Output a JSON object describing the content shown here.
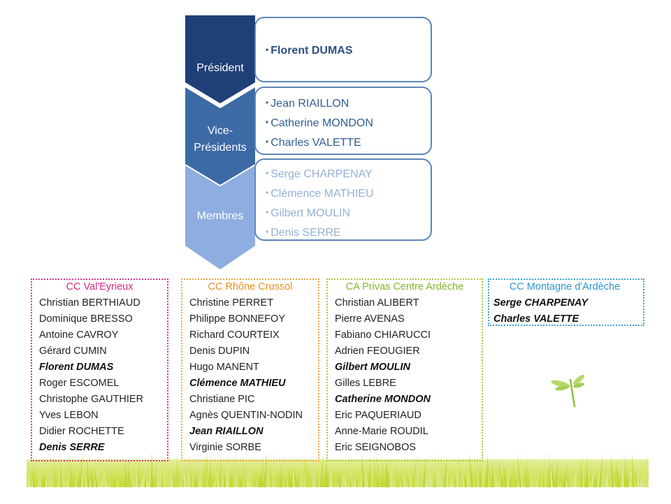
{
  "bureau": {
    "president": {
      "label": "Président",
      "names": [
        "Florent DUMAS"
      ]
    },
    "vice": {
      "label_line1": "Vice-",
      "label_line2": "Présidents",
      "names": [
        "Jean RIAILLON",
        "Catherine MONDON",
        "Charles VALETTE"
      ]
    },
    "members": {
      "label": "Membres",
      "names": [
        "Serge CHARPENAY",
        "Clémence MATHIEU",
        "Gilbert MOULIN",
        "Denis SERRE"
      ]
    }
  },
  "colors": {
    "president": "#1f3f78",
    "vice": "#3c6aa5",
    "members": "#8eade0",
    "cc_valeyrieux": "#e0338e",
    "cc_rhone_crussol": "#f4a244",
    "ca_privas": "#a9c94a",
    "cc_montagne": "#37a3dd",
    "grass": "#c6dc3c"
  },
  "communities": [
    {
      "title": "CC Val'Eyrieux",
      "members": [
        {
          "name": "Christian BERTHIAUD",
          "bureau": false
        },
        {
          "name": "Dominique BRESSO",
          "bureau": false
        },
        {
          "name": "Antoine CAVROY",
          "bureau": false
        },
        {
          "name": "Gérard CUMIN",
          "bureau": false
        },
        {
          "name": "Florent DUMAS",
          "bureau": true
        },
        {
          "name": "Roger ESCOMEL",
          "bureau": false
        },
        {
          "name": "Christophe GAUTHIER",
          "bureau": false
        },
        {
          "name": "Yves LEBON",
          "bureau": false
        },
        {
          "name": "Didier ROCHETTE",
          "bureau": false
        },
        {
          "name": "Denis SERRE",
          "bureau": true
        }
      ]
    },
    {
      "title": "CC Rhône Crussol",
      "members": [
        {
          "name": "Christine PERRET",
          "bureau": false
        },
        {
          "name": "Philippe BONNEFOY",
          "bureau": false
        },
        {
          "name": "Richard COURTEIX",
          "bureau": false
        },
        {
          "name": "Denis DUPIN",
          "bureau": false
        },
        {
          "name": "Hugo MANENT",
          "bureau": false
        },
        {
          "name": "Clémence MATHIEU",
          "bureau": true
        },
        {
          "name": "Christiane PIC",
          "bureau": false
        },
        {
          "name": "Agnès QUENTIN-NODIN",
          "bureau": false
        },
        {
          "name": "Jean RIAILLON",
          "bureau": true
        },
        {
          "name": "Virginie SORBE",
          "bureau": false
        }
      ]
    },
    {
      "title": "CA Privas Centre Ardèche",
      "members": [
        {
          "name": "Christian ALIBERT",
          "bureau": false
        },
        {
          "name": "Pierre AVENAS",
          "bureau": false
        },
        {
          "name": "Fabiano CHIARUCCI",
          "bureau": false
        },
        {
          "name": "Adrien FEOUGIER",
          "bureau": false
        },
        {
          "name": "Gilbert MOULIN",
          "bureau": true
        },
        {
          "name": "Gilles LEBRE",
          "bureau": false
        },
        {
          "name": "Catherine MONDON",
          "bureau": true
        },
        {
          "name": "Eric PAQUERIAUD",
          "bureau": false
        },
        {
          "name": "Anne-Marie ROUDIL",
          "bureau": false
        },
        {
          "name": "Eric SEIGNOBOS",
          "bureau": false
        }
      ]
    },
    {
      "title": "CC Montagne d'Ardèche",
      "members": [
        {
          "name": "Serge CHARPENAY",
          "bureau": true
        },
        {
          "name": "Charles VALETTE",
          "bureau": true
        }
      ]
    }
  ]
}
